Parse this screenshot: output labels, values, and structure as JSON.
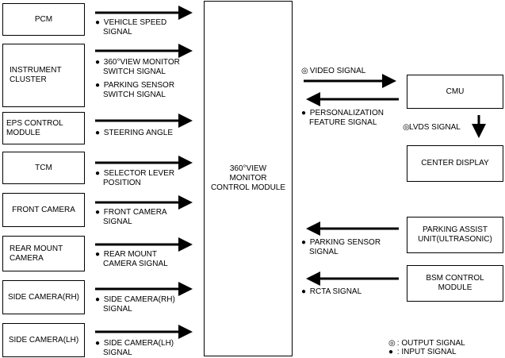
{
  "left_boxes": [
    {
      "id": "pcm",
      "label": "PCM"
    },
    {
      "id": "instrument-cluster",
      "label": "INSTRUMENT CLUSTER"
    },
    {
      "id": "eps-control-module",
      "label": "EPS CONTROL MODULE"
    },
    {
      "id": "tcm",
      "label": "TCM"
    },
    {
      "id": "front-camera",
      "label": "FRONT CAMERA"
    },
    {
      "id": "rear-mount-camera",
      "label": "REAR MOUNT CAMERA"
    },
    {
      "id": "side-camera-rh",
      "label": "SIDE CAMERA(RH)"
    },
    {
      "id": "side-camera-lh",
      "label": "SIDE CAMERA(LH)"
    }
  ],
  "center_module": {
    "label": "360°VIEW MONITOR CONTROL MODULE"
  },
  "right_boxes": {
    "cmu": "CMU",
    "center_display": "CENTER DISPLAY",
    "parking_assist": "PARKING ASSIST UNIT(ULTRASONIC)",
    "bsm": "BSM CONTROL MODULE"
  },
  "signals": {
    "vehicle_speed": {
      "symbol": "●",
      "line1": "VEHICLE SPEED",
      "line2": "SIGNAL"
    },
    "view_monitor_switch": {
      "symbol": "●",
      "line1": "360°VIEW MONITOR",
      "line2": "SWITCH SIGNAL"
    },
    "parking_sensor_switch": {
      "symbol": "●",
      "line1": "PARKING SENSOR",
      "line2": "SWITCH SIGNAL"
    },
    "steering_angle": {
      "symbol": "●",
      "line1": "STEERING ANGLE",
      "line2": ""
    },
    "selector_lever": {
      "symbol": "●",
      "line1": "SELECTOR LEVER",
      "line2": "POSITION"
    },
    "front_camera": {
      "symbol": "●",
      "line1": "FRONT CAMERA",
      "line2": "SIGNAL"
    },
    "rear_mount_camera": {
      "symbol": "●",
      "line1": "REAR MOUNT",
      "line2": "CAMERA SIGNAL"
    },
    "side_camera_rh": {
      "symbol": "●",
      "line1": "SIDE CAMERA(RH)",
      "line2": "SIGNAL"
    },
    "side_camera_lh": {
      "symbol": "●",
      "line1": "SIDE CAMERA(LH)",
      "line2": "SIGNAL"
    },
    "video": {
      "symbol": "◎",
      "line1": "VIDEO SIGNAL",
      "line2": ""
    },
    "personalization": {
      "symbol": "●",
      "line1": "PERSONALIZATION",
      "line2": "FEATURE SIGNAL"
    },
    "lvds": {
      "symbol": "◎",
      "line1": "LVDS SIGNAL",
      "line2": ""
    },
    "parking_sensor": {
      "symbol": "●",
      "line1": "PARKING SENSOR",
      "line2": "SIGNAL"
    },
    "rcta": {
      "symbol": "●",
      "line1": "RCTA SIGNAL",
      "line2": ""
    }
  },
  "legend": {
    "output": {
      "symbol": "◎",
      "text": ": OUTPUT SIGNAL"
    },
    "input": {
      "symbol": "●",
      "text": ": INPUT SIGNAL"
    }
  }
}
